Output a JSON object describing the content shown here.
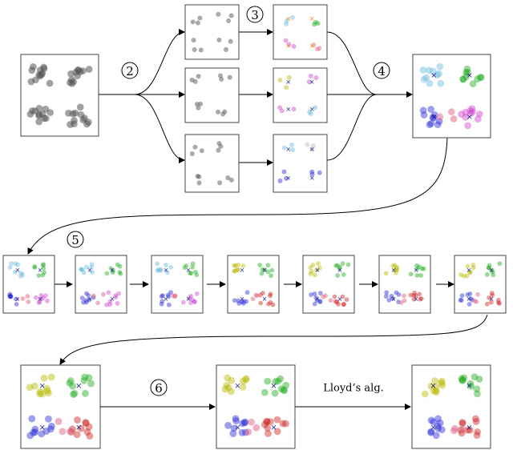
{
  "steps": [
    {
      "id": "step-2",
      "label": "2"
    },
    {
      "id": "step-3",
      "label": "3"
    },
    {
      "id": "step-4",
      "label": "4"
    },
    {
      "id": "step-5",
      "label": "5"
    },
    {
      "id": "step-6",
      "label": "6"
    }
  ],
  "caption": "Lloyd’s alg.",
  "colors": {
    "gray": "#555555",
    "yellow": "#b8b800",
    "green": "#22aa22",
    "blue": "#2a2ad4",
    "red": "#cc2222",
    "cyan": "#66bbdd",
    "magenta": "#cc44cc",
    "pink": "#dd6688",
    "orange": "#ee8800",
    "lightgray": "#bbbbbb",
    "darkblue": "#1a1a8a"
  }
}
